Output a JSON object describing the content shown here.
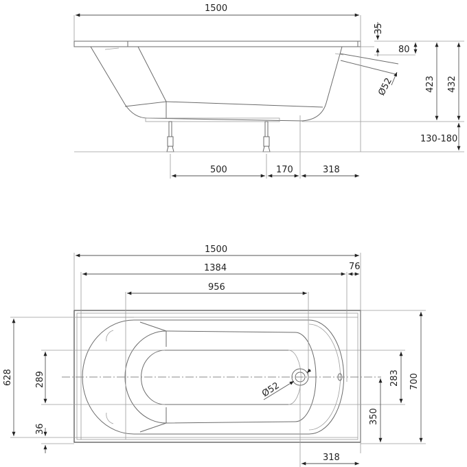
{
  "side_view": {
    "overall_length": "1500",
    "rim_thickness": "35",
    "overflow_offset": "80",
    "overflow_diameter": "Ø52",
    "depth_inner": "423",
    "depth_outer": "432",
    "leg_height_range": "130-180",
    "leg_spacing": "500",
    "leg_to_drain": "170",
    "drain_to_end": "318"
  },
  "top_view": {
    "overall_length": "1500",
    "inner_length": "1384",
    "end_margin": "76",
    "drain_distance": "956",
    "inner_width": "628",
    "headrest_width": "289",
    "side_margin": "36",
    "drain_diameter": "Ø52",
    "bottom_width": "283",
    "center_offset": "350",
    "overall_width": "700",
    "drain_to_end": "318"
  }
}
